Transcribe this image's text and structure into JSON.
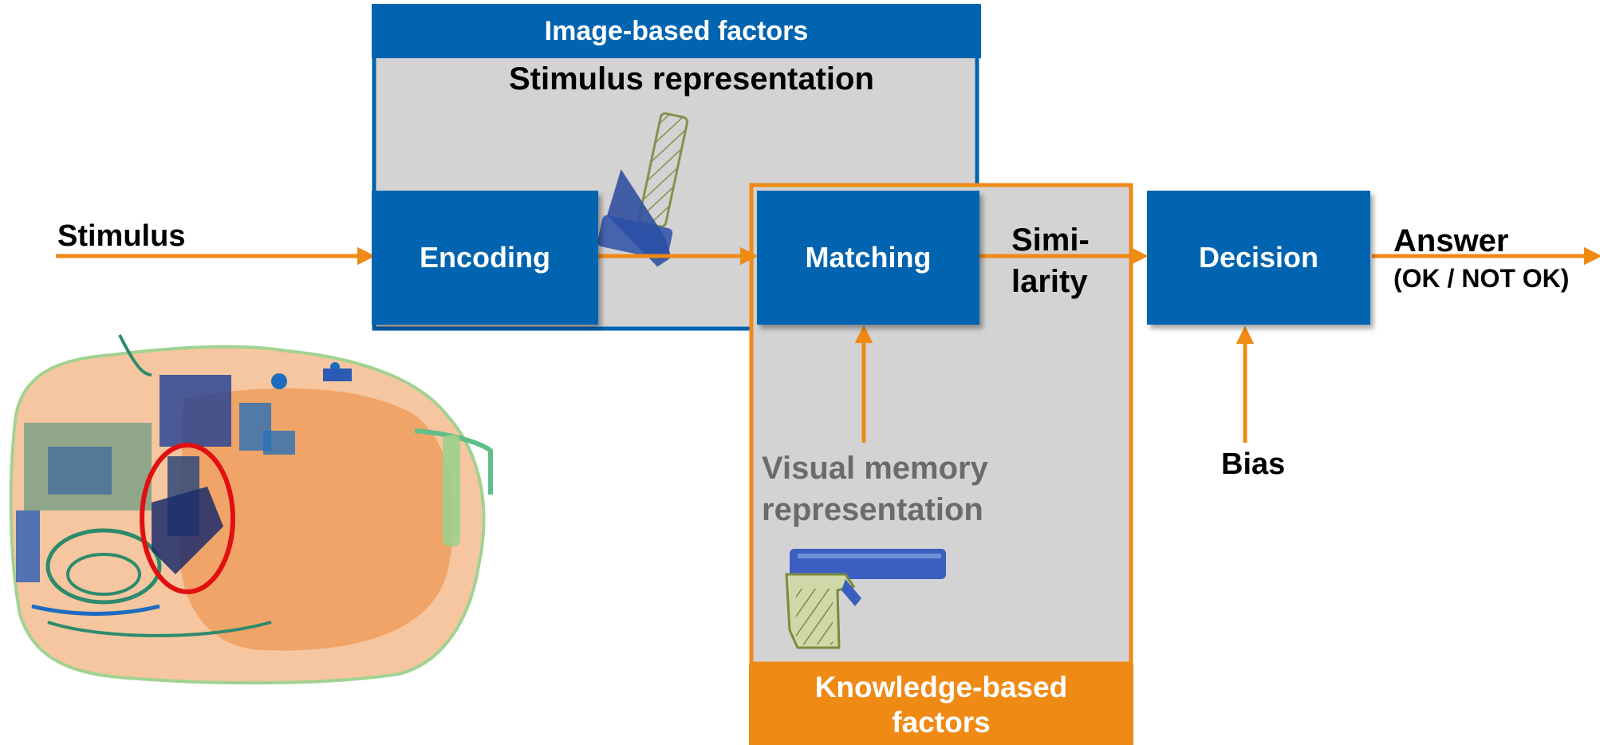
{
  "header": {
    "image_based": "Image-based factors"
  },
  "stimulus_representation": "Stimulus representation",
  "inputs": {
    "stimulus": "Stimulus",
    "bias": "Bias"
  },
  "processes": {
    "encoding": "Encoding",
    "matching": "Matching",
    "decision": "Decision"
  },
  "similarity": {
    "line1": "Simi-",
    "line2": "larity"
  },
  "answer": {
    "title": "Answer",
    "options": "(OK / NOT OK)"
  },
  "memory": {
    "line1": "Visual memory",
    "line2": "representation"
  },
  "knowledge": {
    "line1": "Knowledge-based",
    "line2": "factors"
  },
  "colors": {
    "blue": "#0064b0",
    "orange": "#ef8a15",
    "panel_grey": "#d3d3d3",
    "highlight_red": "#e01010"
  }
}
